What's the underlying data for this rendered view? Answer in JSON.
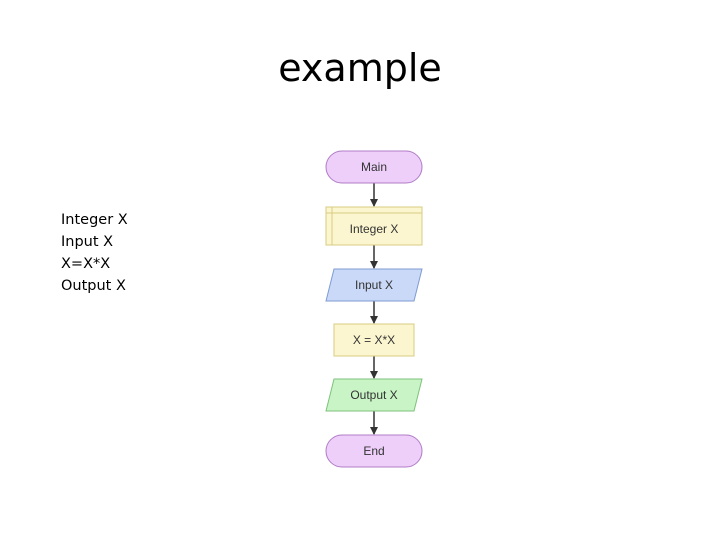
{
  "title": "example",
  "pseudocode": [
    "Integer X",
    "Input X",
    "X=X*X",
    "Output X"
  ],
  "flowchart": {
    "nodes": [
      {
        "id": "main",
        "shape": "terminal",
        "label": "Main",
        "fill": "#eecffa",
        "stroke": "#b07cc6"
      },
      {
        "id": "declare",
        "shape": "declare",
        "label": "Integer X",
        "fill": "#fbf6cf",
        "stroke": "#d8cc82"
      },
      {
        "id": "input",
        "shape": "io",
        "label": "Input X",
        "fill": "#c9d9f7",
        "stroke": "#7f9bd3"
      },
      {
        "id": "assign",
        "shape": "process",
        "label": "X = X*X",
        "fill": "#fbf6cf",
        "stroke": "#d8cc82"
      },
      {
        "id": "output",
        "shape": "io",
        "label": "Output X",
        "fill": "#c8f4c6",
        "stroke": "#7ec27a"
      },
      {
        "id": "end",
        "shape": "terminal",
        "label": "End",
        "fill": "#eecffa",
        "stroke": "#b07cc6"
      }
    ],
    "edges": [
      [
        "main",
        "declare"
      ],
      [
        "declare",
        "input"
      ],
      [
        "input",
        "assign"
      ],
      [
        "assign",
        "output"
      ],
      [
        "output",
        "end"
      ]
    ],
    "edge_color": "#333333"
  }
}
